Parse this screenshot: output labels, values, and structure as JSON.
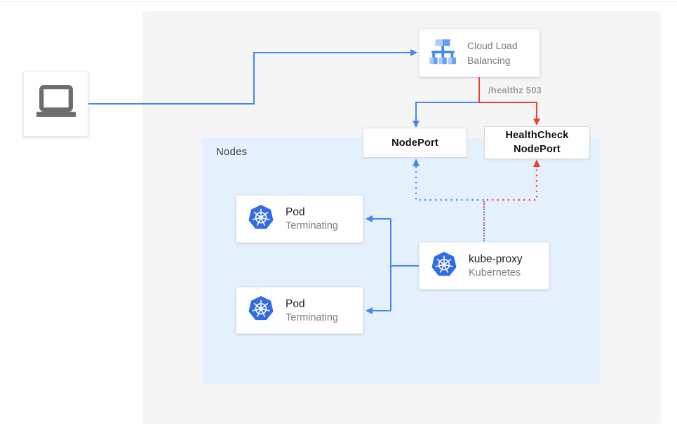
{
  "colors": {
    "blue": "#4285f4",
    "red": "#ea4335",
    "kubernetes_blue": "#326ce5",
    "nodes_background": "#e4f1fd",
    "panel_background": "#f5f5f6"
  },
  "client": {
    "icon": "laptop-icon"
  },
  "cloud_load_balancing": {
    "label": "Cloud Load Balancing",
    "icon": "load-balancer-icon"
  },
  "healthz_label": "/healthz 503",
  "nodes_group": {
    "label": "Nodes"
  },
  "node_port": {
    "label": "NodePort"
  },
  "health_check_node_port": {
    "label": "HealthCheck NodePort"
  },
  "pods": [
    {
      "title": "Pod",
      "status": "Terminating",
      "icon": "kubernetes-icon"
    },
    {
      "title": "Pod",
      "status": "Terminating",
      "icon": "kubernetes-icon"
    }
  ],
  "kube_proxy": {
    "title": "kube-proxy",
    "subtitle": "Kubernetes",
    "icon": "kubernetes-icon"
  }
}
